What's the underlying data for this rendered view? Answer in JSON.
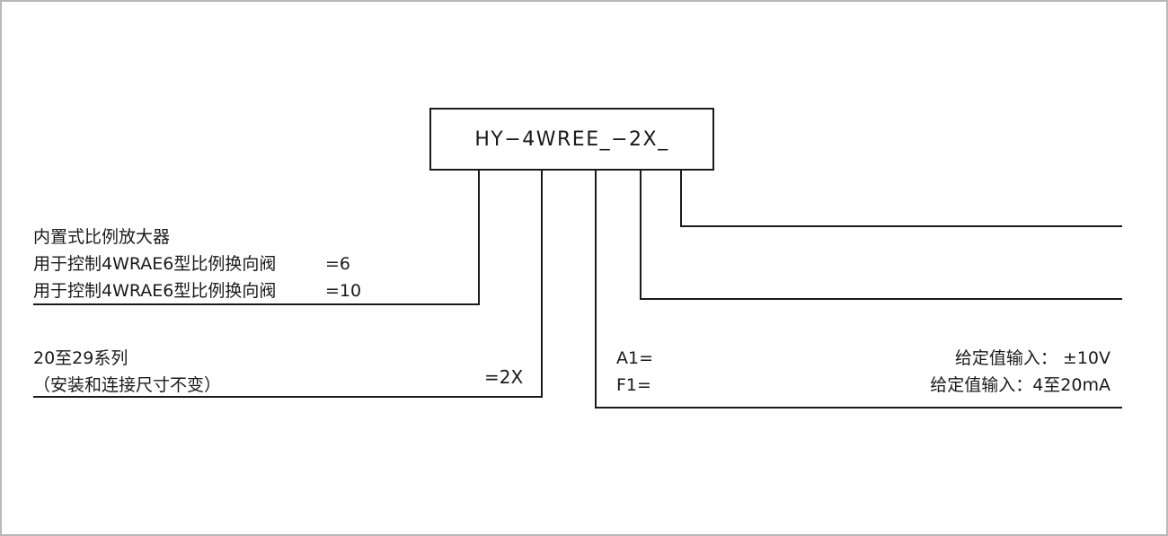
{
  "code_box": {
    "code": "HY−4WREE_−2X_"
  },
  "amplifier_block": {
    "title": "内置式比例放大器",
    "size6_label": "用于控制4WRAE6型比例换向阀",
    "size6_value": "=6",
    "size10_label": "用于控制4WRAE6型比例换向阀",
    "size10_value": "=10"
  },
  "series_block": {
    "line1": "20至29系列",
    "line2": "（安装和连接尺寸不变）",
    "value": "=2X"
  },
  "signal_block": {
    "a1_code": "A1=",
    "a1_desc": "给定值输入： ±10V",
    "f1_code": "F1=",
    "f1_desc": "给定值输入：4至20mA"
  },
  "colors": {
    "line": "#1a1a1a",
    "text": "#1a1a1a",
    "frame_border": "#b8b8b8",
    "background": "#ffffff"
  }
}
